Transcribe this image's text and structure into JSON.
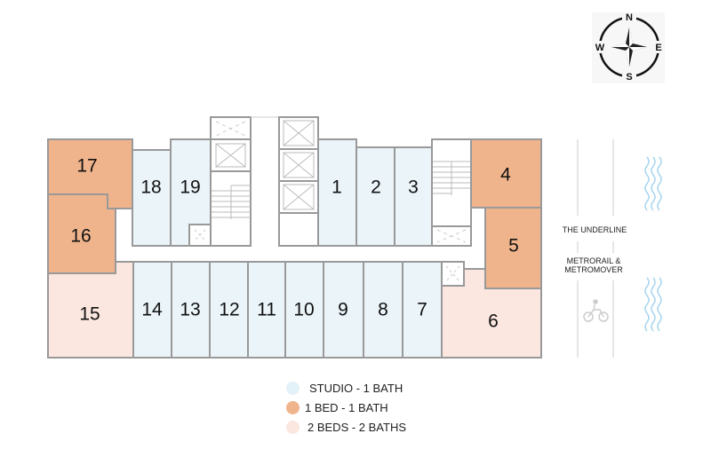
{
  "compass": {
    "n": "N",
    "e": "E",
    "s": "S",
    "w": "W"
  },
  "units": {
    "u1": "1",
    "u2": "2",
    "u3": "3",
    "u4": "4",
    "u5": "5",
    "u6": "6",
    "u7": "7",
    "u8": "8",
    "u9": "9",
    "u10": "10",
    "u11": "11",
    "u12": "12",
    "u13": "13",
    "u14": "14",
    "u15": "15",
    "u16": "16",
    "u17": "17",
    "u18": "18",
    "u19": "19"
  },
  "street": {
    "underline": "THE UNDERLINE",
    "metro_line1": "METRORAIL &",
    "metro_line2": "METROMOVER"
  },
  "legend": [
    {
      "label": "STUDIO - 1 BATH",
      "color": "#e3f1f8"
    },
    {
      "label": "1 BED - 1 BATH",
      "color": "#f0b48c"
    },
    {
      "label": "2 BEDS - 2 BATHS",
      "color": "#fbe7df"
    }
  ],
  "colors": {
    "studio": "#eaf4f9",
    "one_bed": "#f0b48c",
    "two_bed": "#fbe7df",
    "water": "#a9d6ef"
  }
}
